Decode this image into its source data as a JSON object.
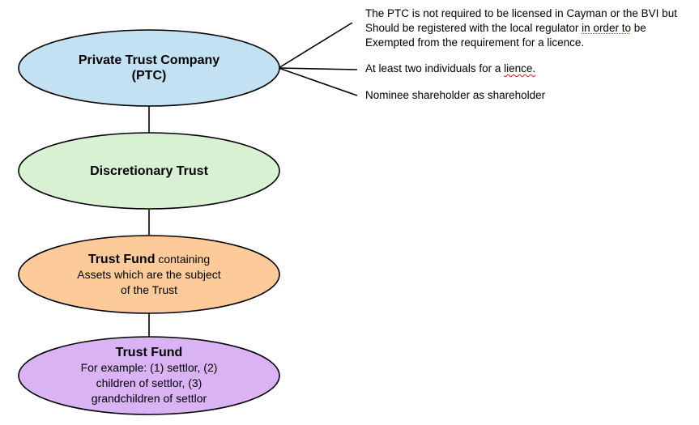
{
  "colors": {
    "ptc_fill": "#c2e2f3",
    "discretionary_fill": "#d9f1d3",
    "trust_fund_fill": "#fccb99",
    "beneficiaries_fill": "#d9b3f3",
    "stroke": "#000000"
  },
  "nodes": {
    "ptc": {
      "line1": "Private Trust Company",
      "line2": "(PTC)"
    },
    "discretionary": {
      "title": "Discretionary Trust"
    },
    "trust_fund": {
      "title": "Trust Fund",
      "title_suffix": " containing",
      "line2": "Assets which are the subject",
      "line3": "of the Trust"
    },
    "beneficiaries": {
      "title": "Trust Fund",
      "line2": "For example: (1) settlor, (2)",
      "line3": "children of settlor, (3)",
      "line4": "grandchildren of settlor"
    }
  },
  "notes": {
    "licence": {
      "line1": "The PTC is not required to be licensed in Cayman or the BVI but",
      "line2_a": "Should be registered with the local regulator ",
      "line2_b": "in order to",
      "line2_c": " be",
      "line3": "Exempted from the requirement for a licence."
    },
    "individuals": {
      "text_a": "At least two individuals for a ",
      "text_b": "lience.",
      "text_c": ""
    },
    "nominee": {
      "text": "Nominee shareholder as shareholder"
    }
  }
}
